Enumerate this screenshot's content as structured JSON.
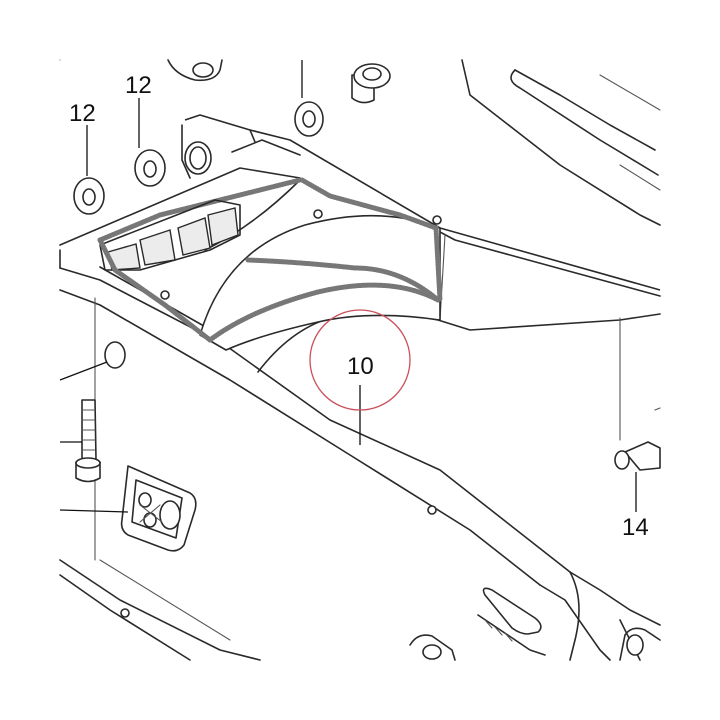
{
  "diagram": {
    "callouts": [
      {
        "id": "a",
        "label": "12"
      },
      {
        "id": "b",
        "label": "12"
      },
      {
        "id": "c",
        "label": "10"
      },
      {
        "id": "d",
        "label": "14"
      }
    ],
    "highlight_color": "#c9505a",
    "line_color": "#2a2a2a"
  }
}
